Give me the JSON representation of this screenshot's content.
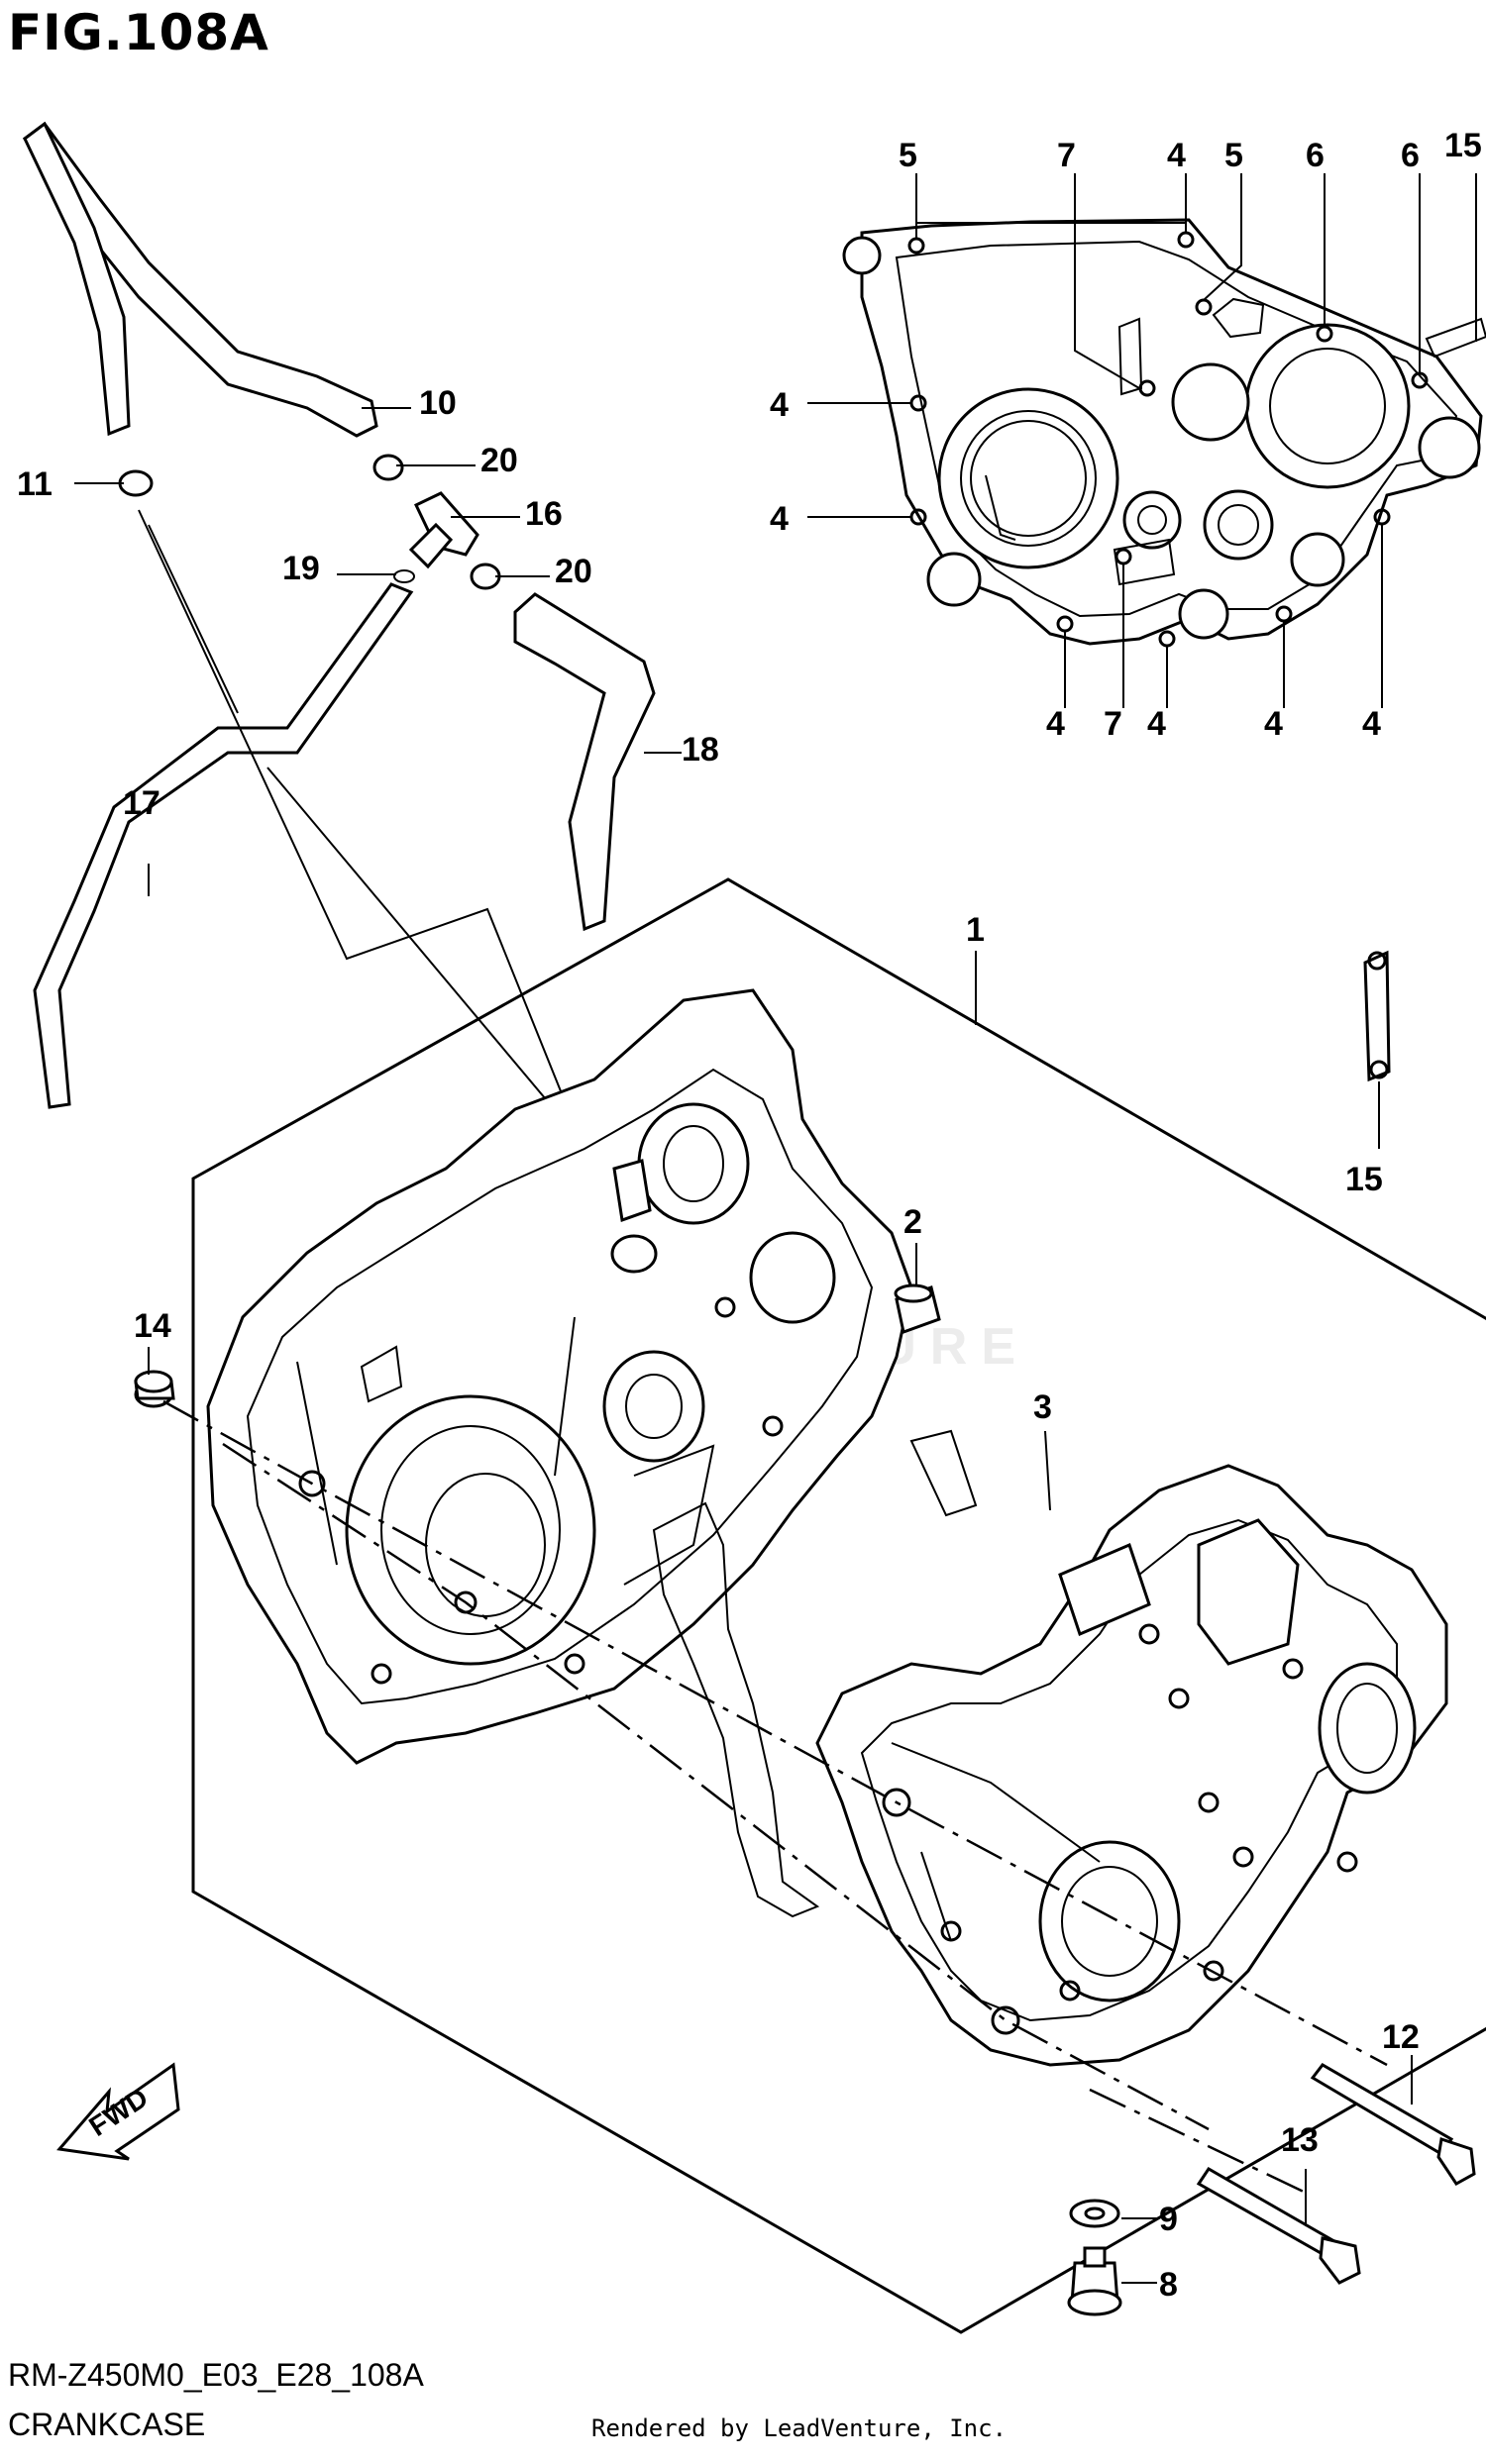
{
  "figure": {
    "title": "FIG.108A",
    "code": "RM-Z450M0_E03_E28_108A",
    "name": "CRANKCASE",
    "credit": "Rendered by LeadVenture, Inc.",
    "watermark": "LEADVENTURE"
  },
  "fwd_label": "FWD",
  "callouts": {
    "c1": "1",
    "c2": "2",
    "c3": "3",
    "c4a": "4",
    "c4b": "4",
    "c4c": "4",
    "c4d": "4",
    "c4e": "4",
    "c4f": "4",
    "c4g": "4",
    "c5a": "5",
    "c5b": "5",
    "c6a": "6",
    "c6b": "6",
    "c7a": "7",
    "c7b": "7",
    "c8": "8",
    "c9": "9",
    "c10": "10",
    "c11": "11",
    "c12": "12",
    "c13": "13",
    "c14": "14",
    "c15a": "15",
    "c15b": "15",
    "c16": "16",
    "c17": "17",
    "c18": "18",
    "c19": "19",
    "c20a": "20",
    "c20b": "20"
  },
  "colors": {
    "line": "#000000",
    "background": "#ffffff",
    "watermark": "#ececec"
  }
}
